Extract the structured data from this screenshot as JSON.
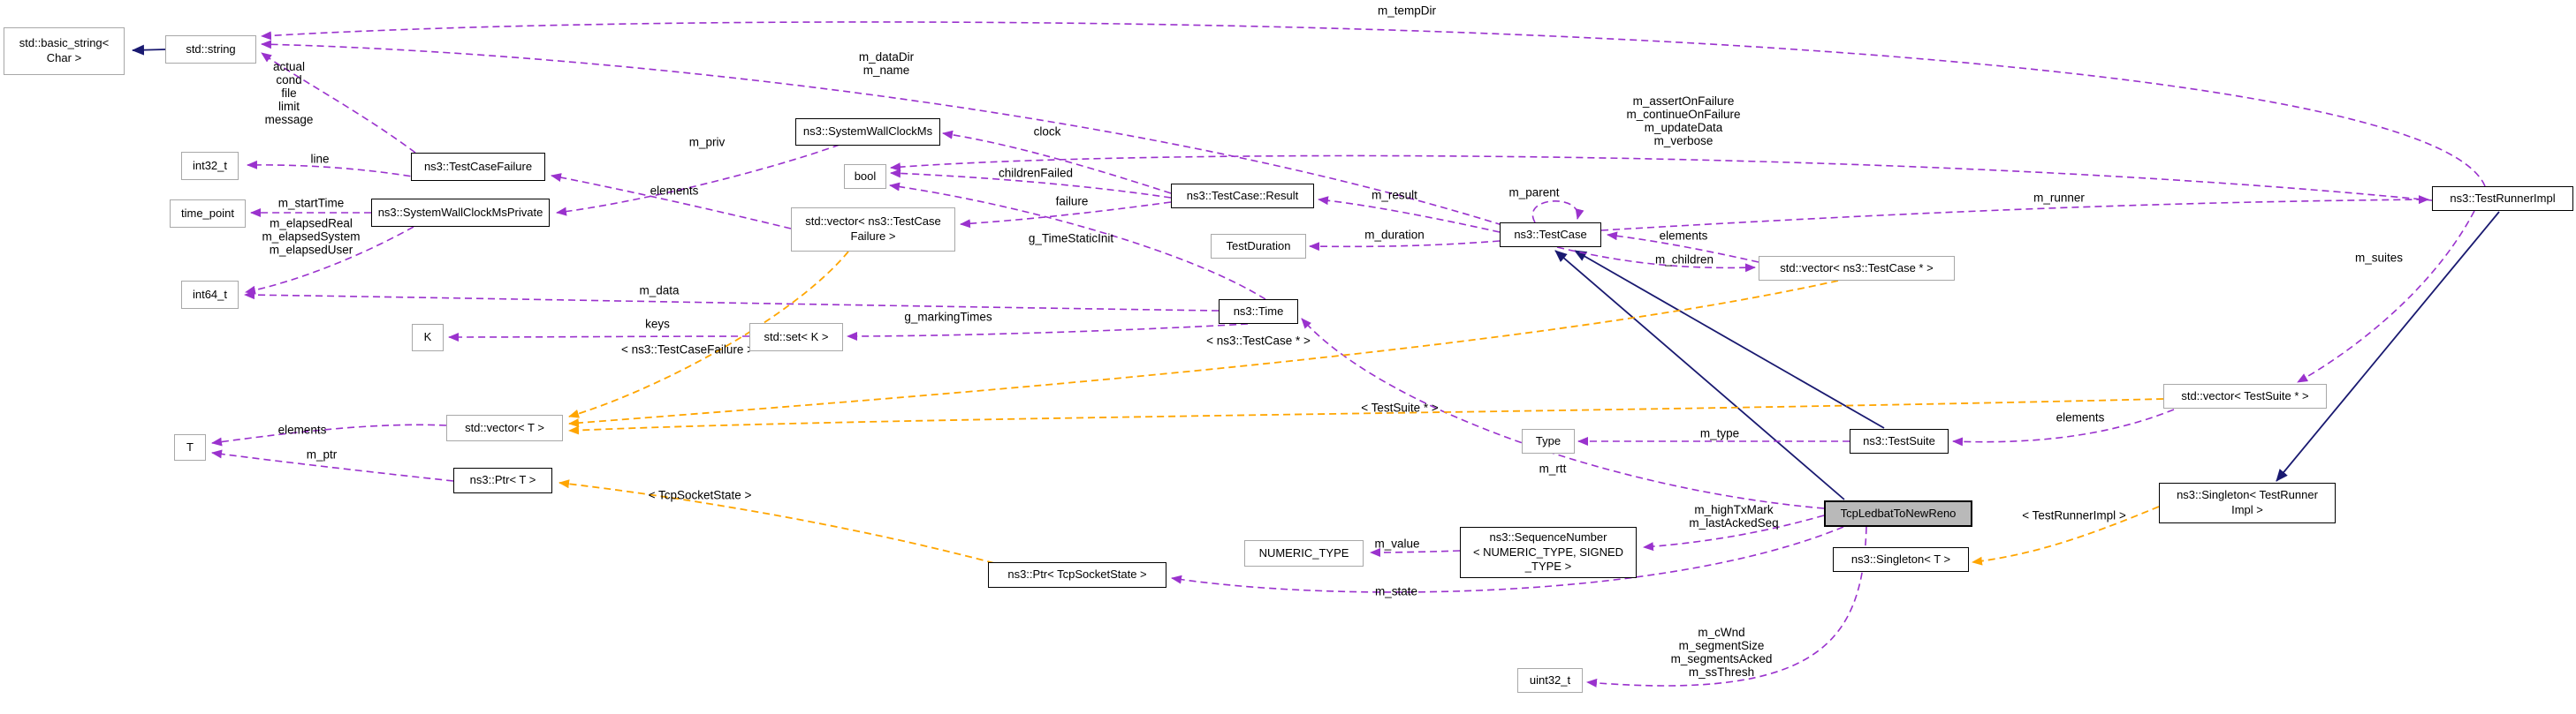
{
  "diagram": {
    "kind": "doxygen-collaboration-graph",
    "colors": {
      "usage_edge": "#9a32cd",
      "template_edge": "#ffa500",
      "inheritance_edge": "#191970",
      "main_node_fill": "#b9b9b9",
      "external_border": "#a8a8a8"
    },
    "nodes": {
      "basic_string": "std::basic_string<\nChar >",
      "std_string": "std::string",
      "int32_t": "int32_t",
      "test_case_failure": "ns3::TestCaseFailure",
      "time_point": "time_point",
      "swcm_private": "ns3::SystemWallClockMsPrivate",
      "int64_t": "int64_t",
      "k": "K",
      "set_k": "std::set< K >",
      "vector_tcf": "std::vector< ns3::TestCase\nFailure >",
      "swcm": "ns3::SystemWallClockMs",
      "bool": "bool",
      "tc_result": "ns3::TestCase::Result",
      "test_duration": "TestDuration",
      "time": "ns3::Time",
      "test_case": "ns3::TestCase",
      "vector_tc": "std::vector< ns3::TestCase * >",
      "vector_t": "std::vector< T >",
      "t": "T",
      "ptr_t": "ns3::Ptr< T >",
      "ptr_tss": "ns3::Ptr< TcpSocketState >",
      "numeric_type": "NUMERIC_TYPE",
      "seq_num": "ns3::SequenceNumber\n< NUMERIC_TYPE, SIGNED\n_TYPE >",
      "tcp_ledbat": "TcpLedbatToNewReno",
      "test_suite": "ns3::TestSuite",
      "type": "Type",
      "vector_ts": "std::vector< TestSuite * >",
      "singleton_tri": "ns3::Singleton< TestRunner\nImpl >",
      "singleton_t": "ns3::Singleton< T >",
      "uint32_t": "uint32_t",
      "test_runner": "ns3::TestRunnerImpl"
    },
    "edges": {
      "m_tempDir": "m_tempDir",
      "m_dataDir_name": "m_dataDir\nm_name",
      "tcf_fields": "actual\ncond\nfile\nlimit\nmessage",
      "line": "line",
      "m_priv": "m_priv",
      "clock": "clock",
      "runner_flags": "m_assertOnFailure\nm_continueOnFailure\nm_updateData\nm_verbose",
      "childrenFailed": "childrenFailed",
      "failure": "failure",
      "elements": "elements",
      "m_startTime": "m_startTime",
      "elapsed": "m_elapsedReal\nm_elapsedSystem\nm_elapsedUser",
      "m_result": "m_result",
      "m_parent": "m_parent",
      "m_duration": "m_duration",
      "m_children": "m_children",
      "m_runner": "m_runner",
      "m_suites": "m_suites",
      "g_TimeStaticInit": "g_TimeStaticInit",
      "m_data": "m_data",
      "g_markingTimes": "g_markingTimes",
      "keys": "keys",
      "tmpl_testcasefailure": "< ns3::TestCaseFailure >",
      "tmpl_testcase_ptr": "< ns3::TestCase * >",
      "tmpl_testsuite_ptr": "< TestSuite * >",
      "m_type": "m_type",
      "m_rtt": "m_rtt",
      "hightx": "m_highTxMark\nm_lastAckedSeq",
      "m_value": "m_value",
      "m_state": "m_state",
      "tmpl_testrunnerimpl": "< TestRunnerImpl >",
      "cwnd_block": "m_cWnd\nm_segmentSize\nm_segmentsAcked\nm_ssThresh",
      "tmpl_tcpsocketstate": "< TcpSocketState >",
      "m_ptr": "m_ptr"
    }
  }
}
